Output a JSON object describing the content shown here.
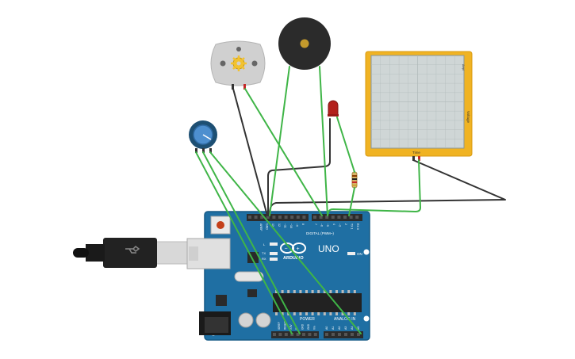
{
  "board": {
    "brand": "ARDUINO",
    "model": "UNO",
    "digital_label": "DIGITAL (PWM~)",
    "power_label": "POWER",
    "analog_label": "ANALOG IN",
    "on_label": "ON",
    "tx_label": "TX",
    "rx_label": "RX",
    "l_label": "L",
    "aref_label": "AREF",
    "gnd_label": "GND",
    "digital_pins": [
      "13",
      "12",
      "~11",
      "~10",
      "~9",
      "8",
      "7",
      "~6",
      "~5",
      "4",
      "~3",
      "2",
      "TX 1",
      "RX 0"
    ],
    "power_pins": [
      "IOREF",
      "RESET",
      "3.3V",
      "5V",
      "GND",
      "GND",
      "Vin"
    ],
    "analog_pins": [
      "A0",
      "A1",
      "A2",
      "A3",
      "A4",
      "A5"
    ]
  },
  "oscilloscope": {
    "x_label": "Time",
    "y_label": "Voltage",
    "right_label": "Ampl"
  },
  "colors": {
    "board": "#1f6fa3",
    "header": "#2c2c2c",
    "wire_green": "#3fb547",
    "wire_black": "#333333",
    "scope_frame": "#f0b323",
    "scope_screen": "#cfd6d6",
    "led": "#b3201c",
    "buzzer": "#2b2b2b",
    "motor": "#cfcfcf"
  },
  "components": {
    "usb_cable": "usb-cable-icon",
    "motor": "dc-motor-icon",
    "buzzer": "piezo-buzzer-icon",
    "led": "red-led-icon",
    "resistor": "resistor-icon",
    "potentiometer": "potentiometer-icon",
    "scope": "oscilloscope-icon"
  }
}
